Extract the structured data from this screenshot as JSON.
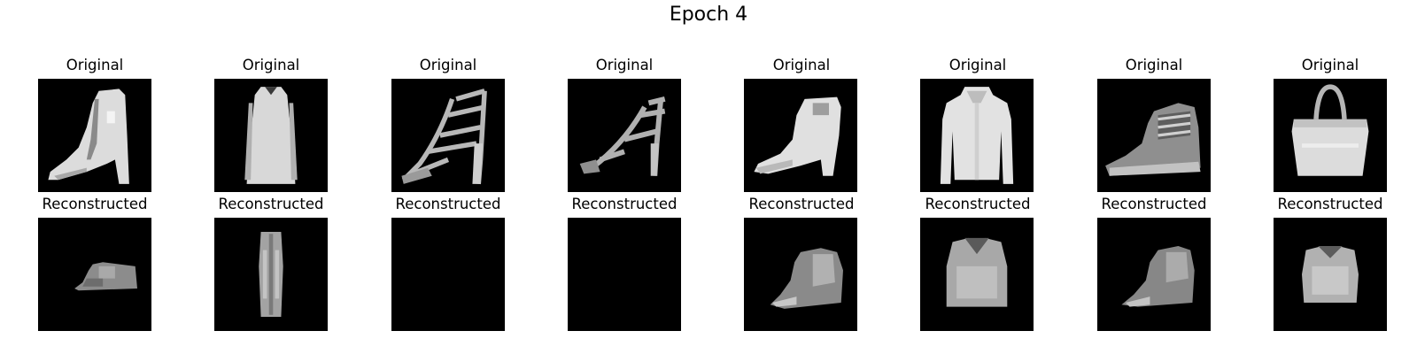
{
  "figure": {
    "title": "Epoch 4"
  },
  "row_titles": {
    "original": "Original",
    "reconstructed": "Reconstructed"
  },
  "columns": [
    {
      "original": {
        "label": "Original",
        "item": "ankle-boot"
      },
      "reconstructed": {
        "label": "Reconstructed",
        "item": "shoe-blur"
      }
    },
    {
      "original": {
        "label": "Original",
        "item": "dress"
      },
      "reconstructed": {
        "label": "Reconstructed",
        "item": "trouser-blur"
      }
    },
    {
      "original": {
        "label": "Original",
        "item": "strappy-sandal"
      },
      "reconstructed": {
        "label": "Reconstructed",
        "item": "blank"
      }
    },
    {
      "original": {
        "label": "Original",
        "item": "sandal"
      },
      "reconstructed": {
        "label": "Reconstructed",
        "item": "blank"
      }
    },
    {
      "original": {
        "label": "Original",
        "item": "ankle-boot"
      },
      "reconstructed": {
        "label": "Reconstructed",
        "item": "shoe-blur"
      }
    },
    {
      "original": {
        "label": "Original",
        "item": "jacket"
      },
      "reconstructed": {
        "label": "Reconstructed",
        "item": "top-blur"
      }
    },
    {
      "original": {
        "label": "Original",
        "item": "boot"
      },
      "reconstructed": {
        "label": "Reconstructed",
        "item": "shoe-blur"
      }
    },
    {
      "original": {
        "label": "Original",
        "item": "bag"
      },
      "reconstructed": {
        "label": "Reconstructed",
        "item": "top-blur"
      }
    }
  ]
}
